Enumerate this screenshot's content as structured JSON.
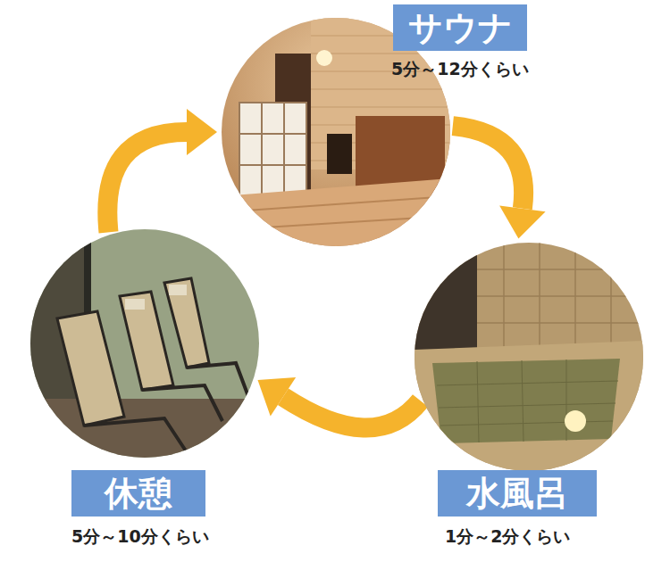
{
  "diagram": {
    "nodes": [
      {
        "text": [
          "サウナ",
          "5分～12分くらい"
        ]
      },
      {
        "text": [
          "水風呂",
          "1分～2分くらい"
        ]
      },
      {
        "text": [
          "休憩",
          "5分～10分くらい"
        ]
      }
    ],
    "edges": [
      {
        "from": 0,
        "to": 1,
        "arrow": "to"
      },
      {
        "from": 1,
        "to": 2,
        "arrow": "to"
      },
      {
        "from": 2,
        "to": 0,
        "arrow": "to"
      }
    ]
  }
}
